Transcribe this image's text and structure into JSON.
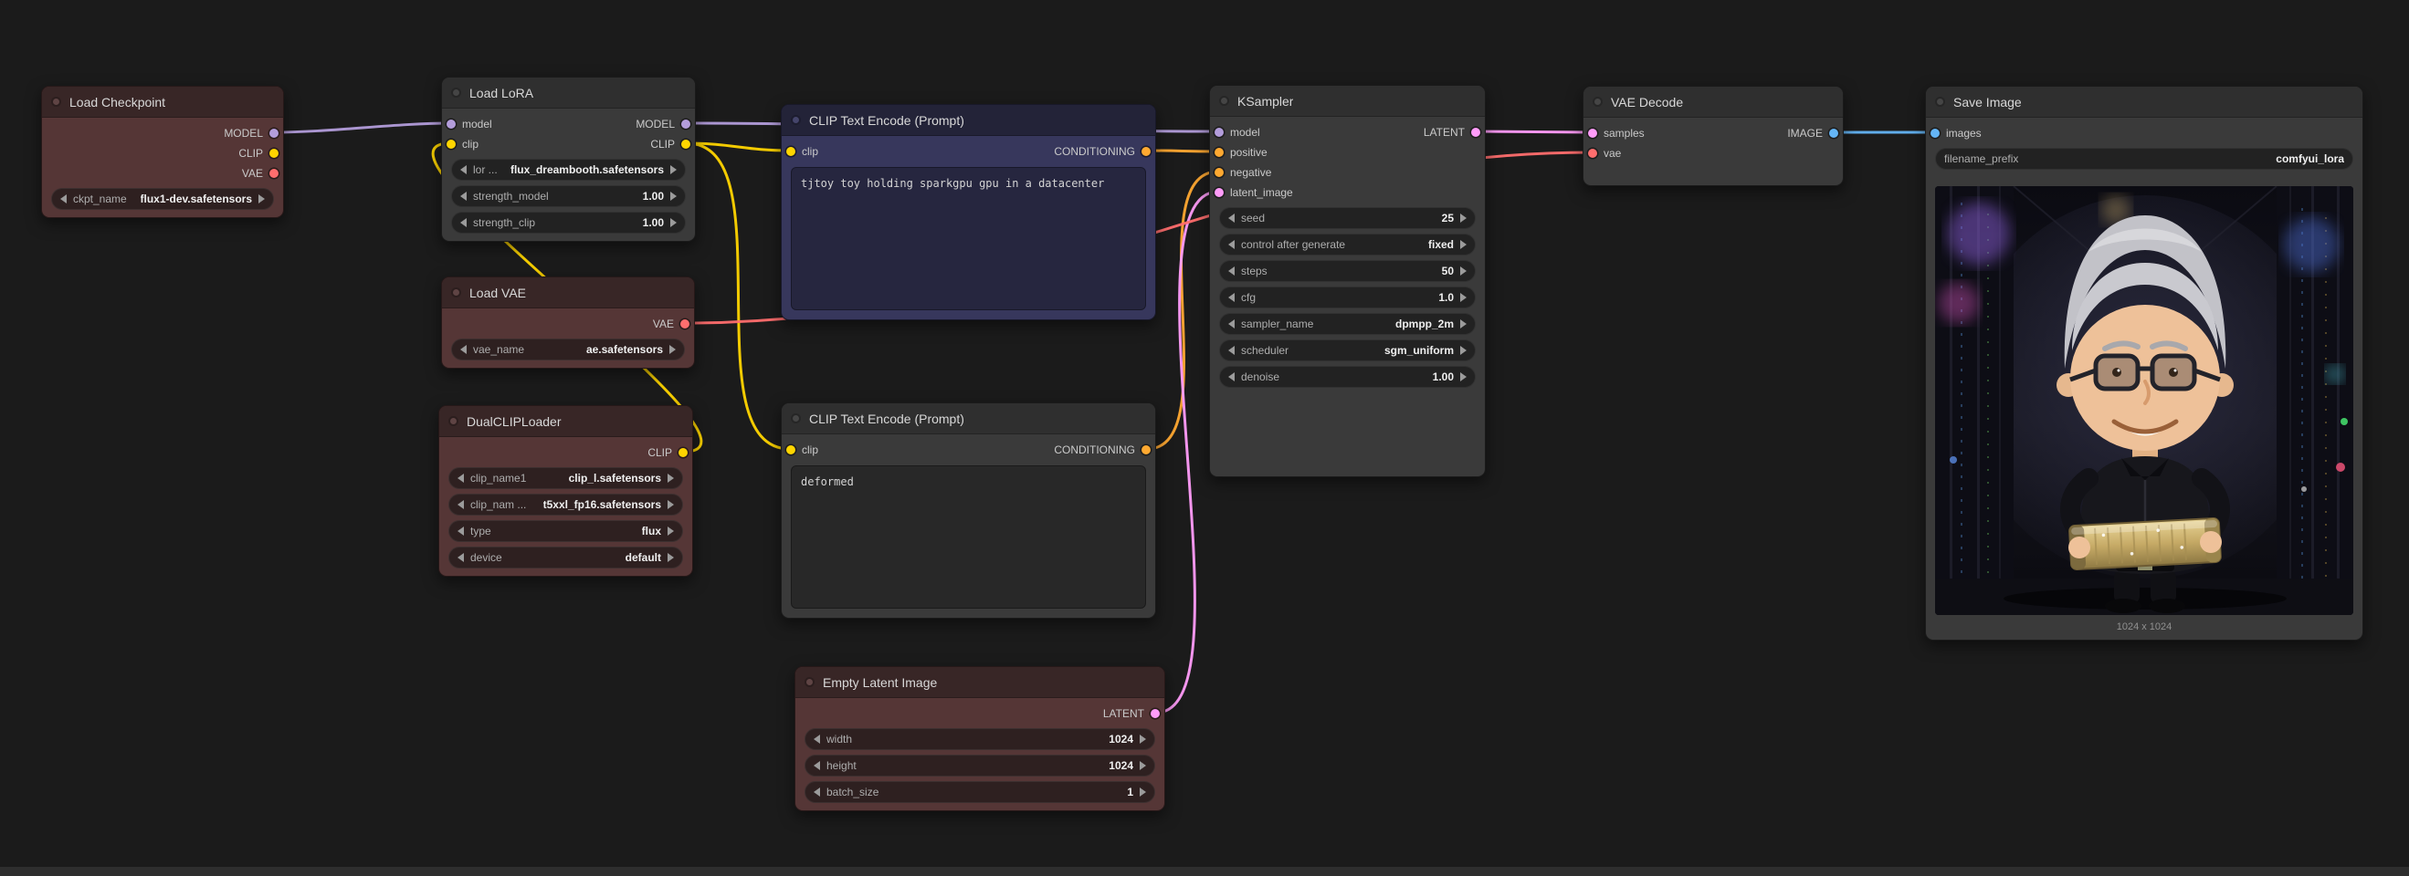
{
  "colors": {
    "model": "#B39DDB",
    "clip": "#FFD500",
    "vae": "#FF6E6E",
    "conditioning": "#FFA931",
    "latent": "#FF9CF9",
    "image": "#64B5F6"
  },
  "nodes": {
    "load_checkpoint": {
      "title": "Load Checkpoint",
      "outputs": [
        {
          "label": "MODEL"
        },
        {
          "label": "CLIP"
        },
        {
          "label": "VAE"
        }
      ],
      "widgets": [
        {
          "label": "ckpt_name",
          "value": "flux1-dev.safetensors"
        }
      ]
    },
    "load_lora": {
      "title": "Load LoRA",
      "inputs": [
        {
          "label": "model"
        },
        {
          "label": "clip"
        }
      ],
      "outputs": [
        {
          "label": "MODEL"
        },
        {
          "label": "CLIP"
        }
      ],
      "widgets": [
        {
          "label": "lor ...",
          "value": "flux_dreambooth.safetensors"
        },
        {
          "label": "strength_model",
          "value": "1.00"
        },
        {
          "label": "strength_clip",
          "value": "1.00"
        }
      ]
    },
    "load_vae": {
      "title": "Load VAE",
      "outputs": [
        {
          "label": "VAE"
        }
      ],
      "widgets": [
        {
          "label": "vae_name",
          "value": "ae.safetensors"
        }
      ]
    },
    "dual_clip_loader": {
      "title": "DualCLIPLoader",
      "outputs": [
        {
          "label": "CLIP"
        }
      ],
      "widgets": [
        {
          "label": "clip_name1",
          "value": "clip_l.safetensors"
        },
        {
          "label": "clip_nam ...",
          "value": "t5xxl_fp16.safetensors"
        },
        {
          "label": "type",
          "value": "flux"
        },
        {
          "label": "device",
          "value": "default"
        }
      ]
    },
    "clip_text_encode_positive": {
      "title": "CLIP Text Encode (Prompt)",
      "inputs": [
        {
          "label": "clip"
        }
      ],
      "outputs": [
        {
          "label": "CONDITIONING"
        }
      ],
      "text": "tjtoy toy holding sparkgpu gpu in a datacenter"
    },
    "clip_text_encode_negative": {
      "title": "CLIP Text Encode (Prompt)",
      "inputs": [
        {
          "label": "clip"
        }
      ],
      "outputs": [
        {
          "label": "CONDITIONING"
        }
      ],
      "text": "deformed"
    },
    "ksampler": {
      "title": "KSampler",
      "inputs": [
        {
          "label": "model"
        },
        {
          "label": "positive"
        },
        {
          "label": "negative"
        },
        {
          "label": "latent_image"
        }
      ],
      "outputs": [
        {
          "label": "LATENT"
        }
      ],
      "widgets": [
        {
          "label": "seed",
          "value": "25"
        },
        {
          "label": "control after generate",
          "value": "fixed"
        },
        {
          "label": "steps",
          "value": "50"
        },
        {
          "label": "cfg",
          "value": "1.0"
        },
        {
          "label": "sampler_name",
          "value": "dpmpp_2m"
        },
        {
          "label": "scheduler",
          "value": "sgm_uniform"
        },
        {
          "label": "denoise",
          "value": "1.00"
        }
      ]
    },
    "empty_latent_image": {
      "title": "Empty Latent Image",
      "outputs": [
        {
          "label": "LATENT"
        }
      ],
      "widgets": [
        {
          "label": "width",
          "value": "1024"
        },
        {
          "label": "height",
          "value": "1024"
        },
        {
          "label": "batch_size",
          "value": "1"
        }
      ]
    },
    "vae_decode": {
      "title": "VAE Decode",
      "inputs": [
        {
          "label": "samples"
        },
        {
          "label": "vae"
        }
      ],
      "outputs": [
        {
          "label": "IMAGE"
        }
      ]
    },
    "save_image": {
      "title": "Save Image",
      "inputs": [
        {
          "label": "images"
        }
      ],
      "widgets": [
        {
          "label": "filename_prefix",
          "value": "comfyui_lora"
        }
      ],
      "preview_caption": "1024 x 1024"
    }
  }
}
